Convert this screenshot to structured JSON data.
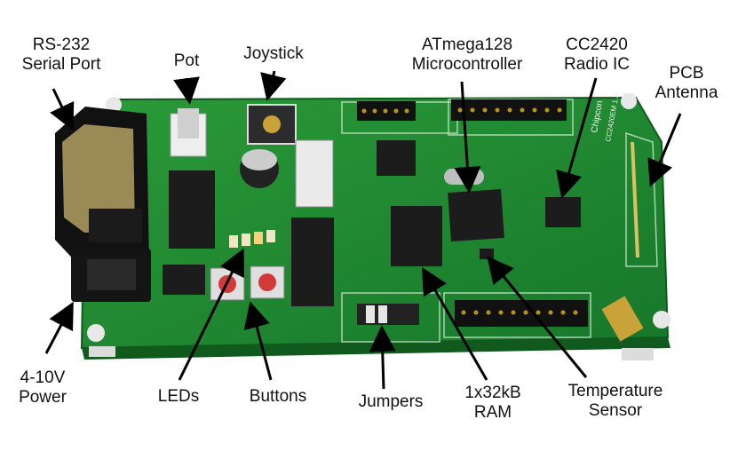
{
  "labels": {
    "rs232": {
      "line1": "RS-232",
      "line2": "Serial Port"
    },
    "pot": {
      "line1": "Pot"
    },
    "joystick": {
      "line1": "Joystick"
    },
    "atmega": {
      "line1": "ATmega128",
      "line2": "Microcontroller"
    },
    "cc2420": {
      "line1": "CC2420",
      "line2": "Radio IC"
    },
    "antenna": {
      "line1": "PCB",
      "line2": "Antenna"
    },
    "power": {
      "line1": "4-10V",
      "line2": "Power"
    },
    "leds": {
      "line1": "LEDs"
    },
    "buttons": {
      "line1": "Buttons"
    },
    "jumpers": {
      "line1": "Jumpers"
    },
    "ram": {
      "line1": "1x32kB",
      "line2": "RAM"
    },
    "temp": {
      "line1": "Temperature",
      "line2": "Sensor"
    }
  },
  "silkscreen": {
    "brand": "Chipcon",
    "model": "CC2420EM 1.2"
  },
  "colors": {
    "pcb": "#1f8a2e",
    "pcb_dark": "#146a22",
    "chip": "#1c1c1c",
    "header_pin": "#b8941c",
    "arrow": "#000000"
  }
}
